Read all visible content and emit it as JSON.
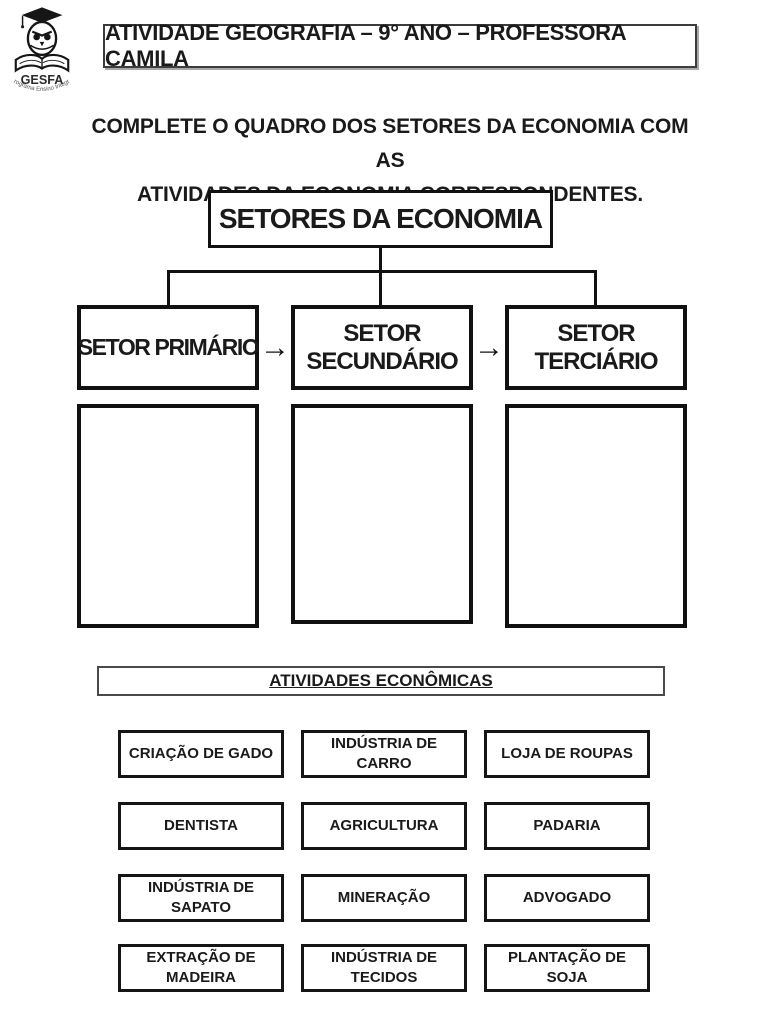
{
  "header": {
    "title": "ATIVIDADE GEOGRAFIA – 9° ANO – PROFESSORA CAMILA",
    "logo": {
      "name": "GESFA",
      "subtitle": "Programa Ensino Integral"
    }
  },
  "instructions": {
    "line1": "COMPLETE O QUADRO DOS SETORES DA ECONOMIA COM AS",
    "line2": "ATIVIDADES DA ECONOMIA CORRESPONDENTES."
  },
  "diagram": {
    "root_label": "SETORES DA ECONOMIA",
    "arrow_glyph": "→",
    "sectors": [
      {
        "label": "SETOR PRIMÁRIO"
      },
      {
        "label": "SETOR SECUNDÁRIO"
      },
      {
        "label": "SETOR TERCIÁRIO"
      }
    ]
  },
  "activities": {
    "title": "ATIVIDADES ECONÔMICAS",
    "items": [
      "CRIAÇÃO DE GADO",
      "INDÚSTRIA DE CARRO",
      "LOJA DE ROUPAS",
      "DENTISTA",
      "AGRICULTURA",
      "PADARIA",
      "INDÚSTRIA DE SAPATO",
      "MINERAÇÃO",
      "ADVOGADO",
      "EXTRAÇÃO DE MADEIRA",
      "INDÚSTRIA DE TECIDOS",
      "PLANTAÇÃO DE SOJA"
    ]
  },
  "colors": {
    "ink": "#1a1a1a",
    "paper": "#ffffff"
  }
}
